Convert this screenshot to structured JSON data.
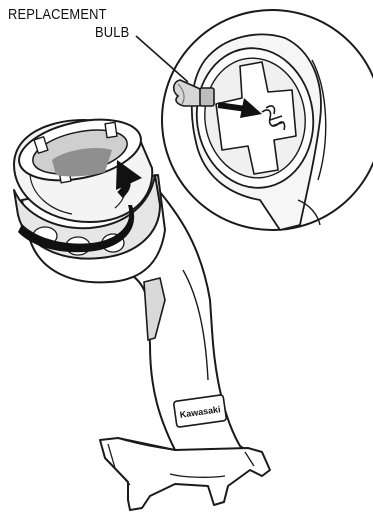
{
  "callout": {
    "line1": "REPLACEMENT",
    "line2": "BULB"
  },
  "device": {
    "brand": "Kawasaki"
  },
  "colors": {
    "line": "#1a1a1a",
    "shade": "#d2d2d2",
    "shade_dark": "#9a9a9a",
    "arrow": "#111111",
    "background": "#ffffff"
  },
  "icons": {
    "rotation_arrow": "curved-arrow",
    "insert_arrow": "straight-arrow"
  }
}
